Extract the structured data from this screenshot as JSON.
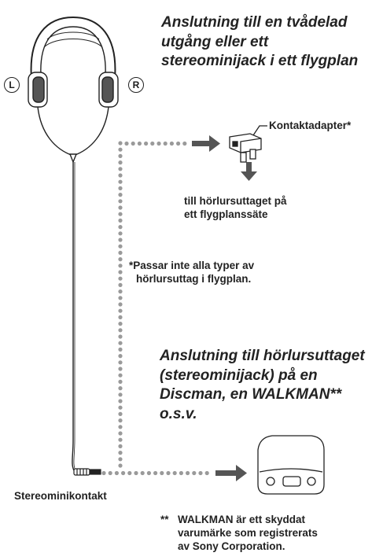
{
  "heading_top": {
    "line1": "Anslutning till en tvådelad",
    "line2": "utgång eller ett",
    "line3": "stereominijack i ett flygplan"
  },
  "ear_labels": {
    "left": "L",
    "right": "R"
  },
  "adapter_label": "Kontaktadapter*",
  "airplane_socket": {
    "line1": "till hörlursuttaget på",
    "line2": "ett flygplanssäte"
  },
  "footnote_adapter": {
    "line1": "*Passar inte alla typer av",
    "line2": "hörlursuttag i flygplan."
  },
  "heading_bottom": {
    "line1": "Anslutning till hörlursuttaget",
    "line2": "(stereominijack) på en",
    "line3": "Discman, en WALKMAN**",
    "line4": "o.s.v."
  },
  "plug_label": "Stereominikontakt",
  "footnote_walkman": {
    "mark": "**",
    "line1": "WALKMAN är ett skyddat",
    "line2": "varumärke som registrerats",
    "line3": "av Sony Corporation."
  },
  "icons": [
    "headphones-icon",
    "adapter-icon",
    "discman-icon",
    "arrow-right-icon",
    "arrow-down-icon"
  ]
}
